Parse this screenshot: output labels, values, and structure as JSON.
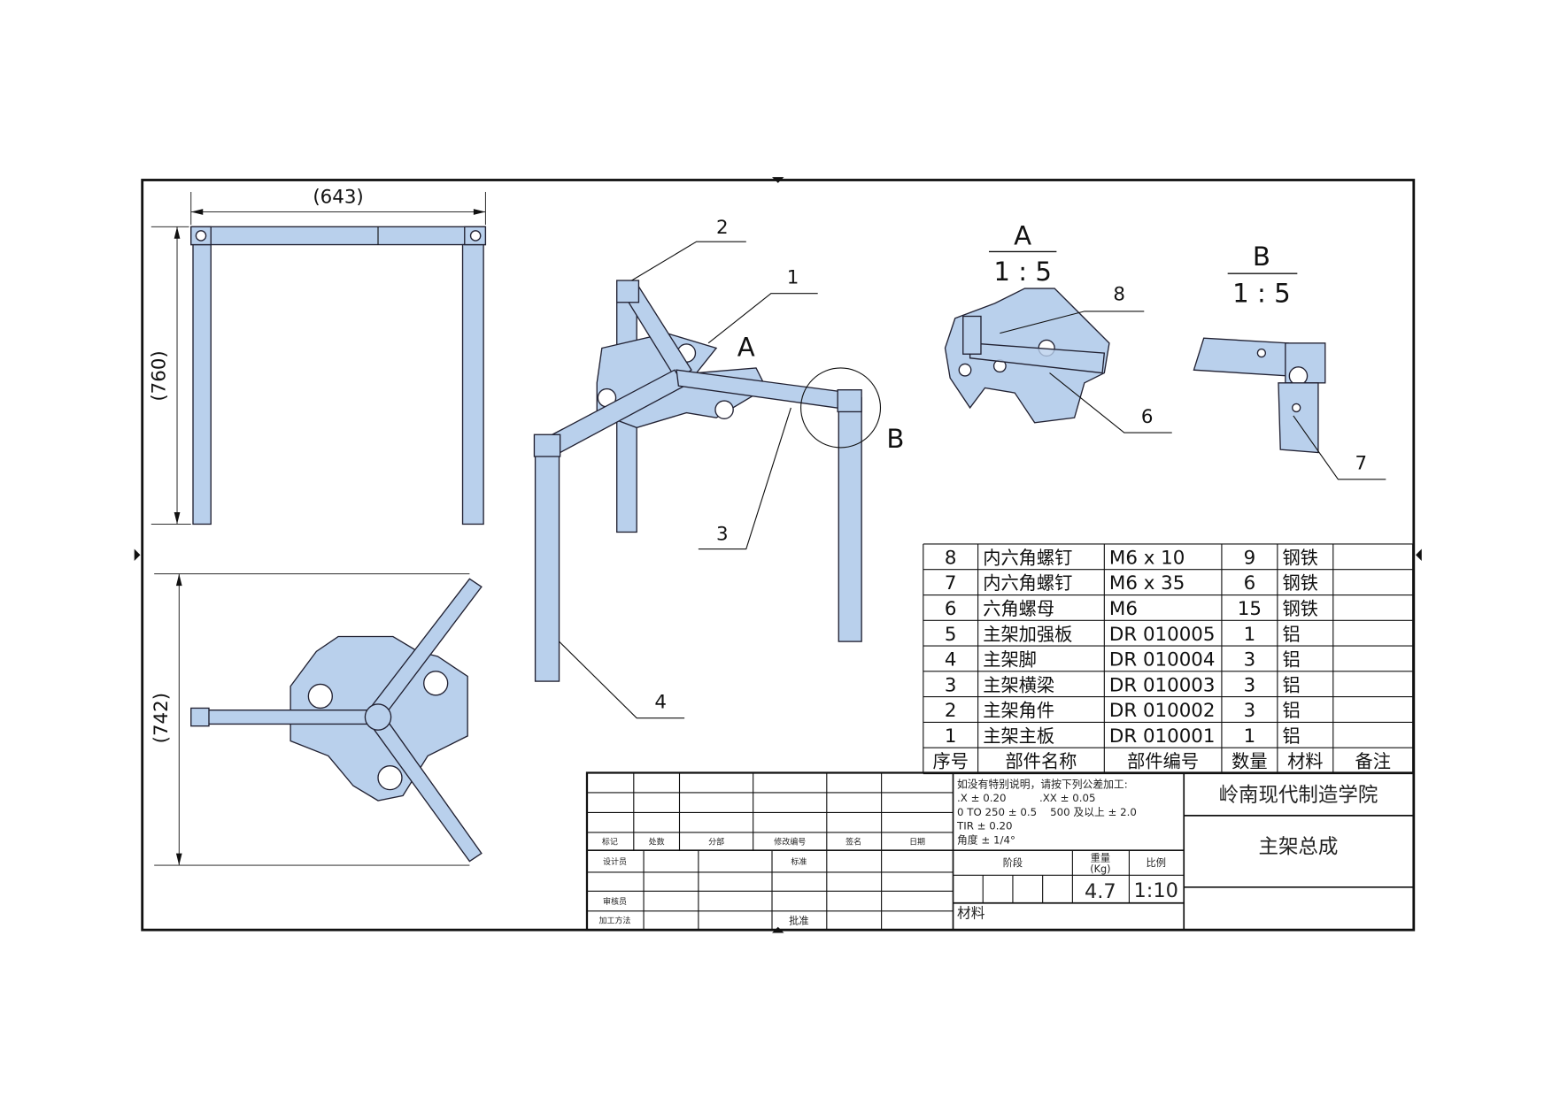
{
  "views": {
    "front": {
      "width_dim": "(643)",
      "height_dim": "(760)"
    },
    "top": {
      "height_dim": "(742)"
    },
    "iso": {
      "balloons": [
        "1",
        "2",
        "3",
        "4"
      ],
      "detail_a_mark": "A",
      "detail_b_mark": "B"
    },
    "detail_a": {
      "label": "A",
      "scale": "1 : 5",
      "balloons": [
        "8",
        "6"
      ]
    },
    "detail_b": {
      "label": "B",
      "scale": "1 : 5",
      "balloons": [
        "7"
      ]
    }
  },
  "bom": {
    "headers": [
      "序号",
      "部件名称",
      "部件编号",
      "数量",
      "材料",
      "备注"
    ],
    "rows": [
      [
        "8",
        "内六角螺钉",
        "M6 x 10",
        "9",
        "钢铁",
        ""
      ],
      [
        "7",
        "内六角螺钉",
        "M6 x 35",
        "6",
        "钢铁",
        ""
      ],
      [
        "6",
        "六角螺母",
        "M6",
        "15",
        "钢铁",
        ""
      ],
      [
        "5",
        "主架加强板",
        "DR 010005",
        "1",
        "铝",
        ""
      ],
      [
        "4",
        "主架脚",
        "DR 010004",
        "3",
        "铝",
        ""
      ],
      [
        "3",
        "主架横梁",
        "DR 010003",
        "3",
        "铝",
        ""
      ],
      [
        "2",
        "主架角件",
        "DR 010002",
        "3",
        "铝",
        ""
      ],
      [
        "1",
        "主架主板",
        "DR 010001",
        "1",
        "铝",
        ""
      ]
    ]
  },
  "title_block": {
    "rev_headers": [
      "标记",
      "处数",
      "分部",
      "修改编号",
      "签名",
      "日期"
    ],
    "sign_labels": {
      "designer": "设计员",
      "standard": "标准",
      "reviewer": "审核员",
      "process": "加工方法",
      "approve": "批准"
    },
    "tolerance": [
      "如没有特别说明，请按下列公差加工:",
      ".X ± 0.20          .XX ± 0.05",
      "0 TO 250 ± 0.5    500 及以上 ± 2.0",
      "TIR ± 0.20",
      "角度 ± 1/4°"
    ],
    "stage_label": "阶段",
    "weight_label": "重量",
    "weight_unit": "(Kg)",
    "scale_label": "比例",
    "weight": "4.7",
    "scale": "1:10",
    "material_label": "材料",
    "school": "岭南现代制造学院",
    "drawing_title": "主架总成"
  }
}
